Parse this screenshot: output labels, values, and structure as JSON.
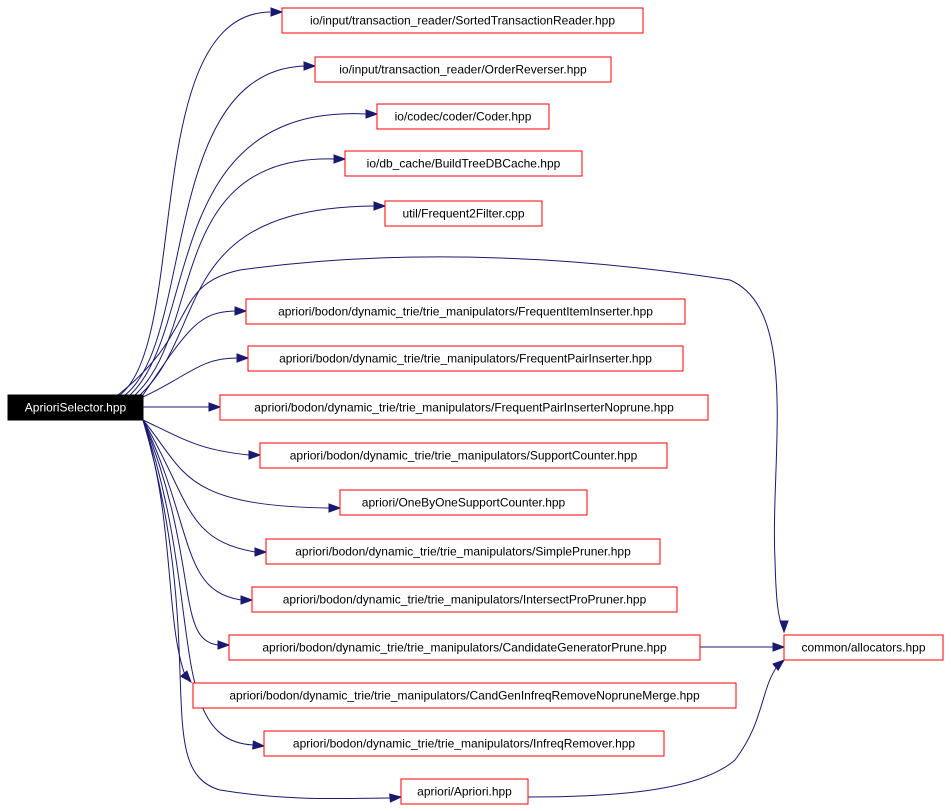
{
  "graph": {
    "root": {
      "label": "AprioriSelector.hpp"
    },
    "nodes": [
      {
        "id": "sorted-transaction-reader",
        "label": "io/input/transaction_reader/SortedTransactionReader.hpp"
      },
      {
        "id": "order-reverser",
        "label": "io/input/transaction_reader/OrderReverser.hpp"
      },
      {
        "id": "coder",
        "label": "io/codec/coder/Coder.hpp"
      },
      {
        "id": "build-tree-db-cache",
        "label": "io/db_cache/BuildTreeDBCache.hpp"
      },
      {
        "id": "frequent2-filter",
        "label": "util/Frequent2Filter.cpp"
      },
      {
        "id": "frequent-item-inserter",
        "label": "apriori/bodon/dynamic_trie/trie_manipulators/FrequentItemInserter.hpp"
      },
      {
        "id": "frequent-pair-inserter",
        "label": "apriori/bodon/dynamic_trie/trie_manipulators/FrequentPairInserter.hpp"
      },
      {
        "id": "frequent-pair-inserter-noprune",
        "label": "apriori/bodon/dynamic_trie/trie_manipulators/FrequentPairInserterNoprune.hpp"
      },
      {
        "id": "support-counter",
        "label": "apriori/bodon/dynamic_trie/trie_manipulators/SupportCounter.hpp"
      },
      {
        "id": "one-by-one-support-counter",
        "label": "apriori/OneByOneSupportCounter.hpp"
      },
      {
        "id": "simple-pruner",
        "label": "apriori/bodon/dynamic_trie/trie_manipulators/SimplePruner.hpp"
      },
      {
        "id": "intersect-pro-pruner",
        "label": "apriori/bodon/dynamic_trie/trie_manipulators/IntersectProPruner.hpp"
      },
      {
        "id": "candidate-generator-prune",
        "label": "apriori/bodon/dynamic_trie/trie_manipulators/CandidateGeneratorPrune.hpp"
      },
      {
        "id": "cand-gen-infreq-remove-noprune-merge",
        "label": "apriori/bodon/dynamic_trie/trie_manipulators/CandGenInfreqRemoveNopruneMerge.hpp"
      },
      {
        "id": "infreq-remover",
        "label": "apriori/bodon/dynamic_trie/trie_manipulators/InfreqRemover.hpp"
      },
      {
        "id": "apriori",
        "label": "apriori/Apriori.hpp"
      },
      {
        "id": "common-allocators",
        "label": "common/allocators.hpp"
      }
    ],
    "edges": [
      [
        "root",
        "sorted-transaction-reader"
      ],
      [
        "root",
        "order-reverser"
      ],
      [
        "root",
        "coder"
      ],
      [
        "root",
        "build-tree-db-cache"
      ],
      [
        "root",
        "frequent2-filter"
      ],
      [
        "root",
        "common-allocators"
      ],
      [
        "root",
        "frequent-item-inserter"
      ],
      [
        "root",
        "frequent-pair-inserter"
      ],
      [
        "root",
        "frequent-pair-inserter-noprune"
      ],
      [
        "root",
        "support-counter"
      ],
      [
        "root",
        "one-by-one-support-counter"
      ],
      [
        "root",
        "simple-pruner"
      ],
      [
        "root",
        "intersect-pro-pruner"
      ],
      [
        "root",
        "candidate-generator-prune"
      ],
      [
        "root",
        "cand-gen-infreq-remove-noprune-merge"
      ],
      [
        "root",
        "infreq-remover"
      ],
      [
        "root",
        "apriori"
      ],
      [
        "candidate-generator-prune",
        "common-allocators"
      ],
      [
        "apriori",
        "common-allocators"
      ]
    ],
    "colors": {
      "edge": "#191970",
      "node_border": "#ff0000",
      "root_fill": "#000000",
      "root_text": "#ffffff"
    }
  }
}
